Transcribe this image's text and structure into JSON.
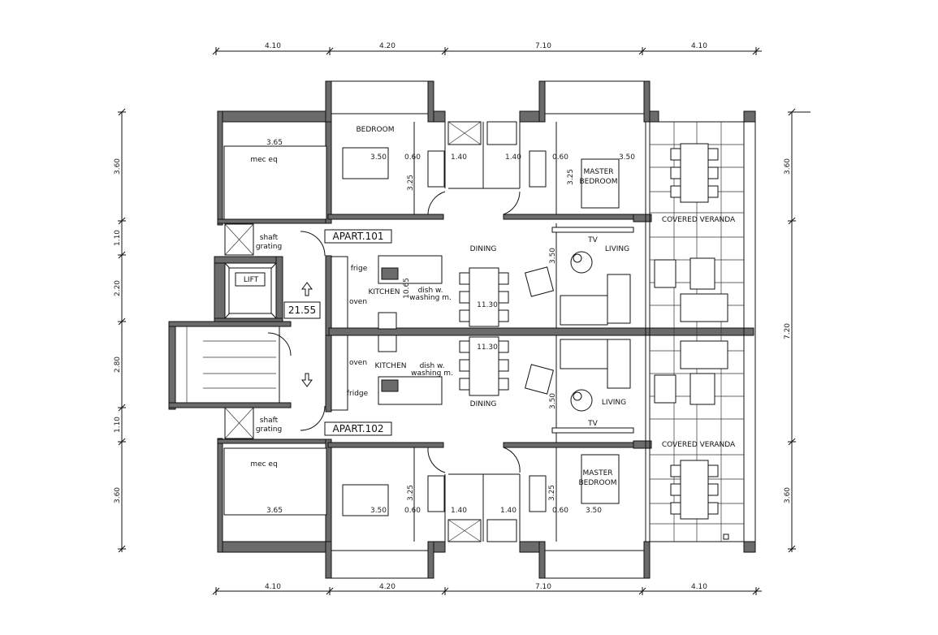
{
  "dimensions": {
    "top": [
      "4.10",
      "4.20",
      "7.10",
      "4.10"
    ],
    "bottom": [
      "4.10",
      "4.20",
      "7.10",
      "4.10"
    ],
    "left": [
      "3.60",
      "1.10",
      "2.20",
      "2.80",
      "1.10",
      "3.60"
    ],
    "right": [
      "3.60",
      "7.20",
      "3.60"
    ]
  },
  "apartments": {
    "top": {
      "name": "APART.101",
      "bedroom": "BEDROOM",
      "master_bedroom": "MASTER\nBEDROOM",
      "master_line1": "MASTER",
      "master_line2": "BEDROOM",
      "kitchen": "KITCHEN",
      "dining": "DINING",
      "living": "LIVING",
      "tv": "TV",
      "veranda": "COVERED VERANDA",
      "frige": "frige",
      "oven": "oven",
      "dish": "dish w.",
      "washing": "washing m.",
      "mec": "mec eq",
      "shaft1": "shaft",
      "shaft2": "grating",
      "room_dims": {
        "mec_w": "3.65",
        "bed_w": "3.50",
        "w060a": "0.60",
        "w140a": "1.40",
        "w140b": "1.40",
        "w060b": "0.60",
        "mb_w": "3.50",
        "bed_h": "3.25",
        "mb_h": "3.25",
        "liv_h": "3.50",
        "kit_h": "10.65",
        "din_w": "11.30"
      }
    },
    "bottom": {
      "name": "APART.102",
      "master_line1": "MASTER",
      "master_line2": "BEDROOM",
      "kitchen": "KITCHEN",
      "dining": "DINING",
      "living": "LIVING",
      "tv": "TV",
      "veranda": "COVERED VERANDA",
      "frige": "fridge",
      "oven": "oven",
      "dish": "dish w.",
      "washing": "washing m.",
      "mec": "mec eq",
      "shaft1": "shaft",
      "shaft2": "grating",
      "room_dims": {
        "mec_w": "3.65",
        "bed_w": "3.50",
        "w060a": "0.60",
        "w140a": "1.40",
        "w140b": "1.40",
        "w060b": "0.60",
        "mb_w": "3.50",
        "bed_h": "3.25",
        "mb_h": "3.25",
        "liv_h": "3.50",
        "din_w": "11.30"
      }
    }
  },
  "core": {
    "lift": "LIFT",
    "level": "21.55"
  }
}
